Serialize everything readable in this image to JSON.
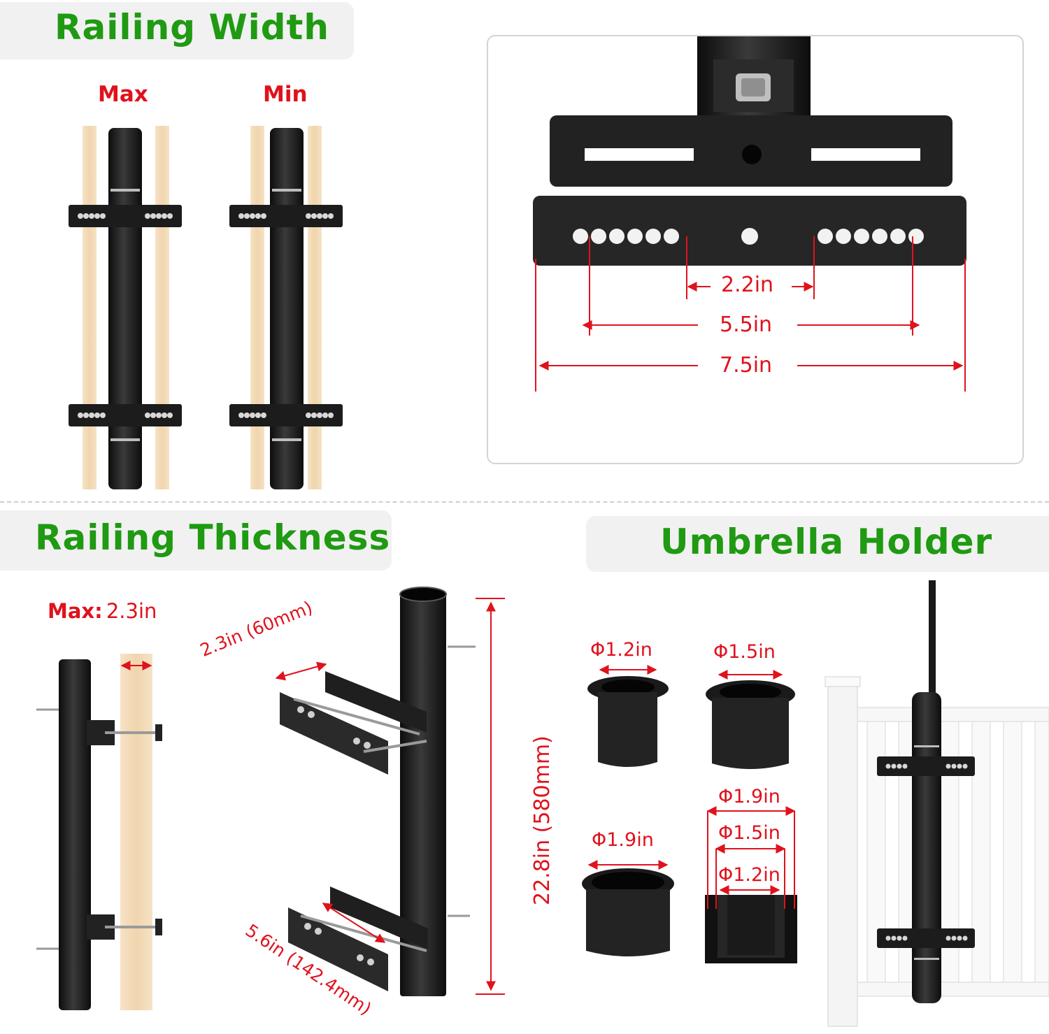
{
  "sections": {
    "railing_width": {
      "title": "Railing Width",
      "max_label": "Max",
      "min_label": "Min"
    },
    "plate": {
      "dim_inner": "2.2in",
      "dim_middle": "5.5in",
      "dim_outer": "7.5in"
    },
    "railing_thickness": {
      "title": "Railing Thickness",
      "max_prefix": "Max:",
      "max_value": "2.3in",
      "clamp_depth": "2.3in (60mm)",
      "clamp_spacing": "5.6in (142.4mm)",
      "height": "22.8in (580mm)"
    },
    "umbrella_holder": {
      "title": "Umbrella Holder",
      "insert_1": "Φ1.2in",
      "insert_2": "Φ1.5in",
      "insert_3": "Φ1.9in",
      "stack_outer": "Φ1.9in",
      "stack_middle": "Φ1.5in",
      "stack_inner": "Φ1.2in"
    }
  },
  "colors": {
    "title_green": "#1f9a12",
    "dimension_red": "#e0121c",
    "metal_black": "#1c1c1c",
    "wood": "#f3d9b5",
    "railing_white": "#f7f7f7"
  }
}
